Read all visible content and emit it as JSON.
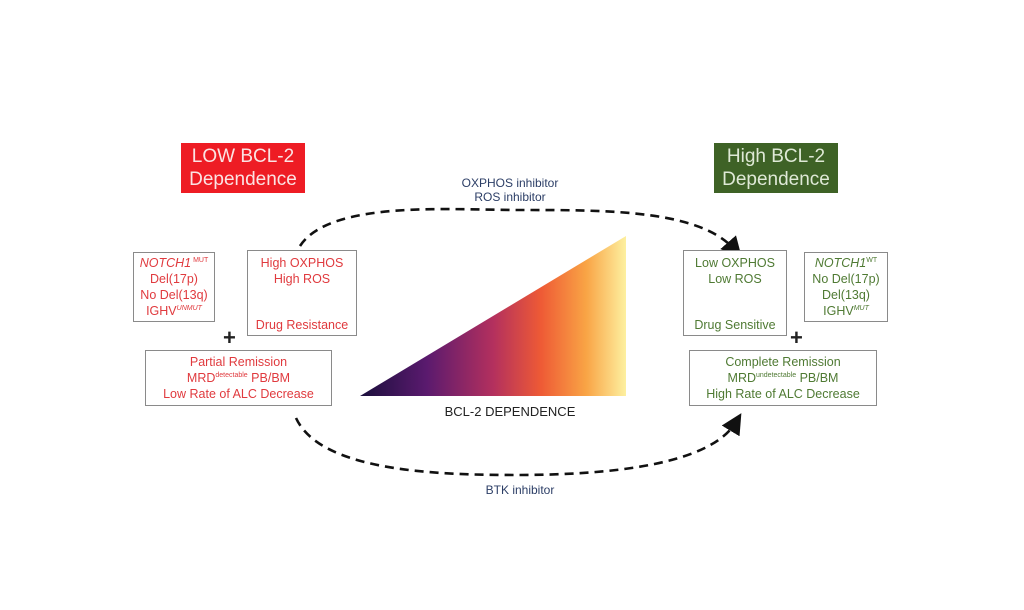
{
  "left": {
    "header": [
      "LOW BCL-2",
      "Dependence"
    ],
    "genetics": {
      "line1_main": "NOTCH1",
      "line1_sup": " MUT",
      "line2": "Del(17p)",
      "line3": "No Del(13q)",
      "line4_main": "IGHV",
      "line4_sup": "UNMUT"
    },
    "metabolism": {
      "line1": "High OXPHOS",
      "line2": "High ROS",
      "outcome": "Drug Resistance"
    },
    "response": {
      "line1": "Partial Remission",
      "line2_main": "MRD",
      "line2_sup": "detectable",
      "line2_tail": " PB/BM",
      "line3": "Low Rate of ALC Decrease"
    },
    "plus": "+"
  },
  "right": {
    "header": [
      "High BCL-2",
      "Dependence"
    ],
    "genetics": {
      "line1_main": "NOTCH1",
      "line1_sup": "WT",
      "line2": "No Del(17p)",
      "line3": "Del(13q)",
      "line4_main": "IGHV",
      "line4_sup": "MUT"
    },
    "metabolism": {
      "line1": "Low OXPHOS",
      "line2": "Low ROS",
      "outcome": "Drug Sensitive"
    },
    "response": {
      "line1": "Complete Remission",
      "line2_main": "MRD",
      "line2_sup": "undetectable",
      "line2_tail": " PB/BM",
      "line3": "High Rate of ALC Decrease"
    },
    "plus": "+"
  },
  "arrows": {
    "top_label_1": "OXPHOS inhibitor",
    "top_label_2": "ROS inhibitor",
    "bottom_label": "BTK inhibitor"
  },
  "gradient": {
    "label": "BCL-2 DEPENDENCE",
    "colors": [
      "#1a0f3c",
      "#5a1a6e",
      "#b3305e",
      "#ee5a35",
      "#f9a445",
      "#fdf0a0"
    ]
  },
  "colors": {
    "low_accent": "#ee1c24",
    "high_accent": "#3e6226",
    "low_text": "#e03a3e",
    "high_text": "#4f7a33",
    "arrow_label": "#2c3e66"
  }
}
